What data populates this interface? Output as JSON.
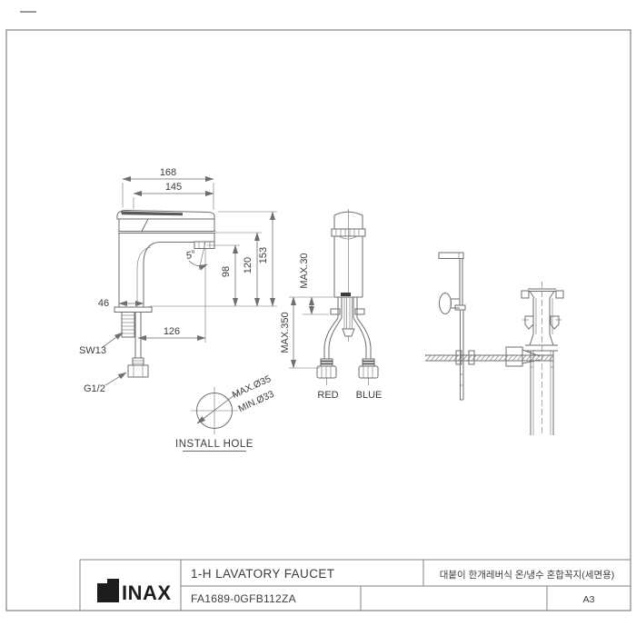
{
  "side_view": {
    "dim_168": "168",
    "dim_145": "145",
    "dim_153": "153",
    "dim_120": "120",
    "dim_98": "98",
    "dim_46": "46",
    "dim_126": "126",
    "angle": "5°",
    "label_sw13": "SW13",
    "label_g12": "G1/2"
  },
  "front_view": {
    "dim_max30": "MAX.30",
    "dim_max350": "MAX.350",
    "label_red": "RED",
    "label_blue": "BLUE"
  },
  "install_hole": {
    "label_max": "MAX.Ø35",
    "label_min": "MIN.Ø33",
    "caption": "INSTALL HOLE"
  },
  "title_block": {
    "brand": "INAX",
    "title": "1-H LAVATORY FAUCET",
    "model": "FA1689-0GFB112ZA",
    "description": "대붙이 한개레버식 온/냉수 혼합꼭지(세면용)",
    "sheet_size": "A3"
  },
  "colors": {
    "line": "#6e6e6e",
    "border": "#828282",
    "text": "#3c3c3c",
    "logo": "#1c1c1c"
  }
}
